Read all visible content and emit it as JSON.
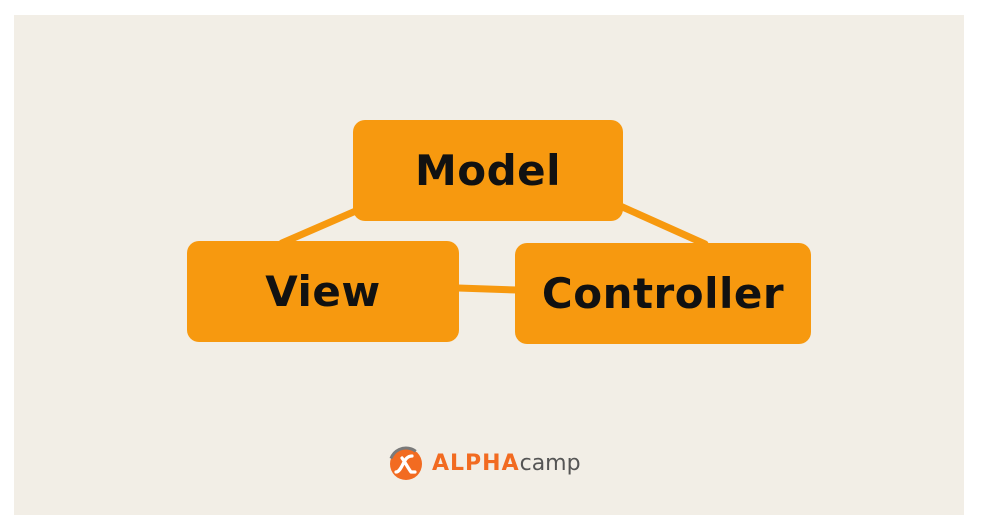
{
  "diagram": {
    "nodes": {
      "model": "Model",
      "view": "View",
      "controller": "Controller"
    },
    "edges": [
      {
        "from": "model",
        "to": "view"
      },
      {
        "from": "model",
        "to": "controller"
      },
      {
        "from": "view",
        "to": "controller"
      }
    ]
  },
  "logo": {
    "part1": "ALPHA",
    "part2": "camp"
  },
  "colors": {
    "box": "#f7990f",
    "background": "#f2eee6",
    "brand": "#f26b21"
  }
}
